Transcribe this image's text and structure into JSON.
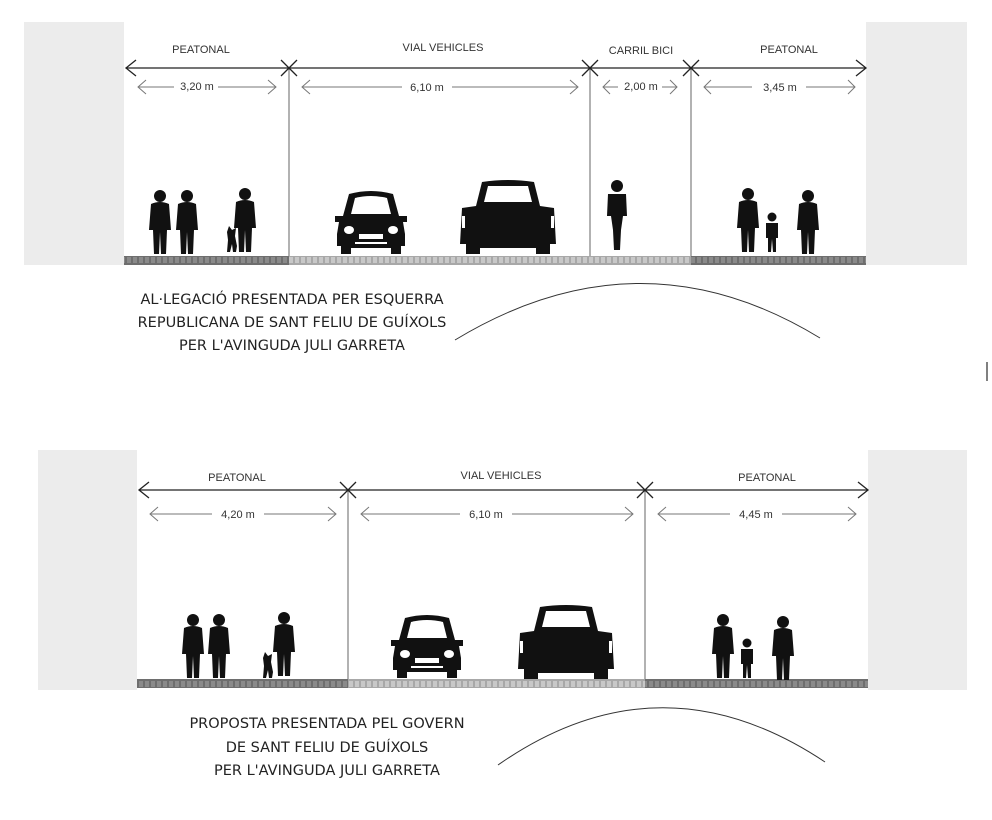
{
  "top_section": {
    "zones": [
      {
        "label": "PEATONAL",
        "width": "3,20 m"
      },
      {
        "label": "VIAL VEHICLES",
        "width": "6,10 m"
      },
      {
        "label": "CARRIL BICI",
        "width": "2,00 m"
      },
      {
        "label": "PEATONAL",
        "width": "3,45 m"
      }
    ],
    "caption": [
      "AL·LEGACIÓ PRESENTADA PER ESQUERRA",
      "REPUBLICANA DE SANT FELIU DE GUÍXOLS",
      "PER L'AVINGUDA JULI GARRETA"
    ]
  },
  "bottom_section": {
    "zones": [
      {
        "label": "PEATONAL",
        "width": "4,20 m"
      },
      {
        "label": "VIAL VEHICLES",
        "width": "6,10 m"
      },
      {
        "label": "PEATONAL",
        "width": "4,45 m"
      }
    ],
    "caption": [
      "PROPOSTA PRESENTADA PEL GOVERN",
      "DE SANT FELIU DE GUÍXOLS",
      "PER L'AVINGUDA JULI GARRETA"
    ]
  },
  "colors": {
    "building": "#ececec",
    "sidewalk": "#7a7a7a",
    "road": "#b8b8b8"
  }
}
